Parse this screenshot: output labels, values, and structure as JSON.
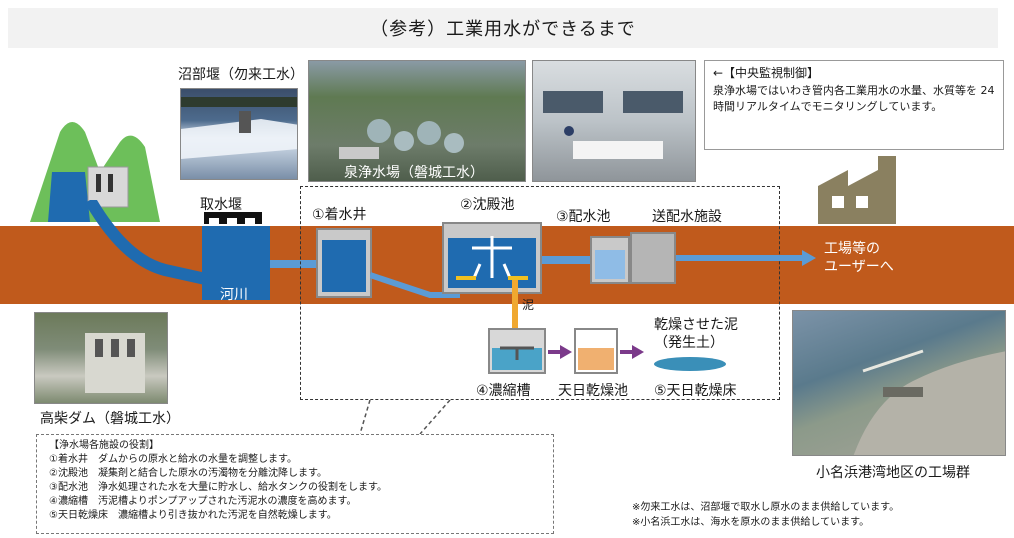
{
  "title": "（参考）工業用水ができるまで",
  "labels": {
    "numabe_weir": "沼部堰（勿来工水）",
    "izumi_plant": "泉浄水場（磐城工水）",
    "intake_weir": "取水堰",
    "river": "河川",
    "receiving_well": "①着水井",
    "sedimentation": "②沈殿池",
    "distribution_reservoir": "③配水池",
    "supply_facility": "送配水施設",
    "to_users": "工場等の\nユーザーへ",
    "sludge": "泥",
    "dried_sludge": "乾燥させた泥\n（発生土）",
    "thickener": "④濃縮槽",
    "solar_drying_pond": "天日乾燥池",
    "solar_drying_bed": "⑤天日乾燥床",
    "takashiba_dam": "高柴ダム（磐城工水）",
    "onahama_factories": "小名浜港湾地区の工場群"
  },
  "monitoring": {
    "heading": "←【中央監視制御】",
    "body": "泉浄水場ではいわき管内各工業用水の水量、水質等を 24時間リアルタイムでモニタリングしています。"
  },
  "roles": {
    "heading": "【浄水場各施設の役割】",
    "items": [
      "①着水井　ダムからの原水と給水の水量を調整します。",
      "②沈殿池　凝集剤と結合した原水の汚濁物を分離沈降します。",
      "③配水池　浄水処理された水を大量に貯水し、給水タンクの役割をします。",
      "④濃縮槽　汚泥槽よりポンプアップされた汚泥水の濃度を高めます。",
      "⑤天日乾燥床　濃縮槽より引き抜かれた汚泥を自然乾燥します。"
    ]
  },
  "notes": [
    "※勿来工水は、沼部堰で取水し原水のまま供給しています。",
    "※小名浜工水は、海水を原水のまま供給しています。"
  ],
  "colors": {
    "river": "#c05a1c",
    "water": "#1f6bb0",
    "pipe": "#5b9bd5",
    "sludge": "#f0a830",
    "factory": "#8a8060"
  }
}
